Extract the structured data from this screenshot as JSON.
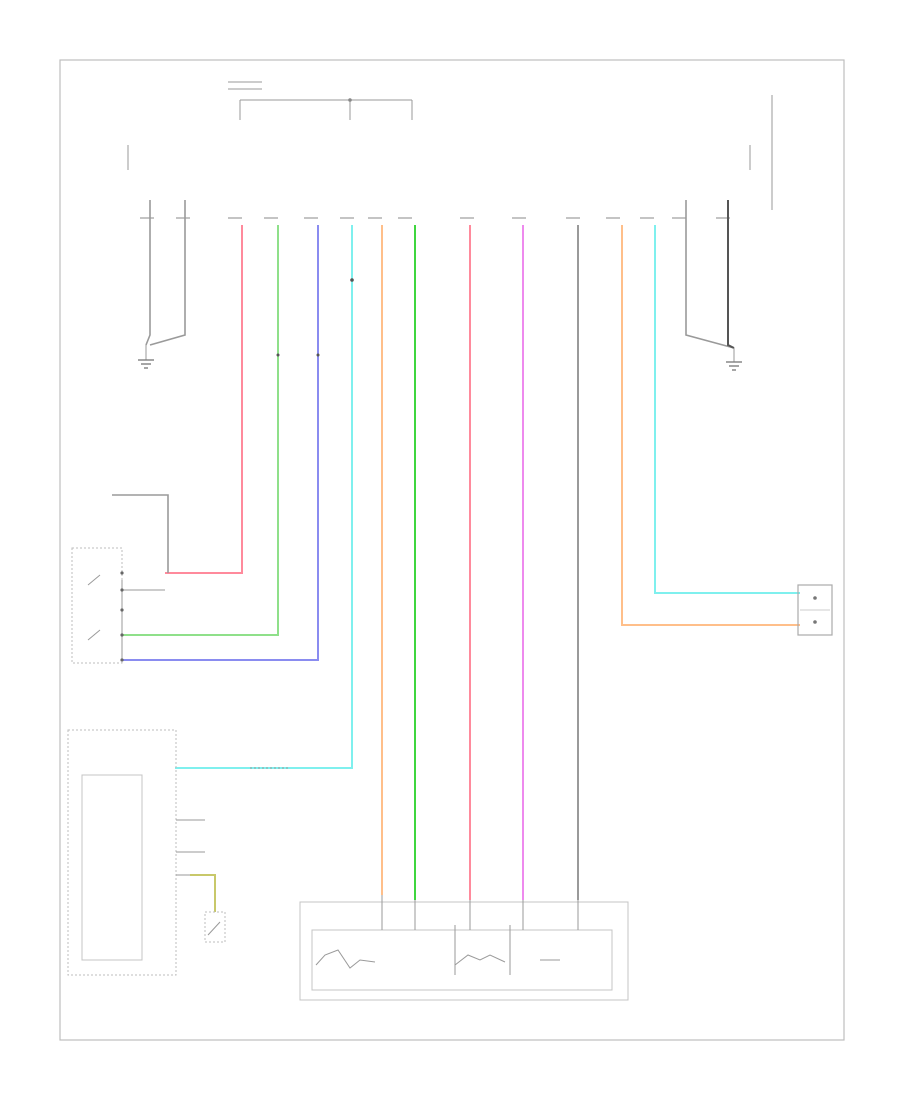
{
  "diagram_code": "",
  "colors": {
    "red": "#ff8a9c",
    "green": "#8fe08a",
    "blue": "#8a8cf0",
    "cyan": "#7ff0ee",
    "orange": "#ffbf8a",
    "bright_green": "#3fd63f",
    "magenta": "#ee8aee",
    "gray": "#9a9a9a",
    "olive": "#c8c86a"
  },
  "components": [
    "top-bus",
    "left-ground",
    "right-ground",
    "left-switch-assembly",
    "left-control-module",
    "bottom-motor-assembly",
    "right-connector",
    "bottom-switch"
  ]
}
